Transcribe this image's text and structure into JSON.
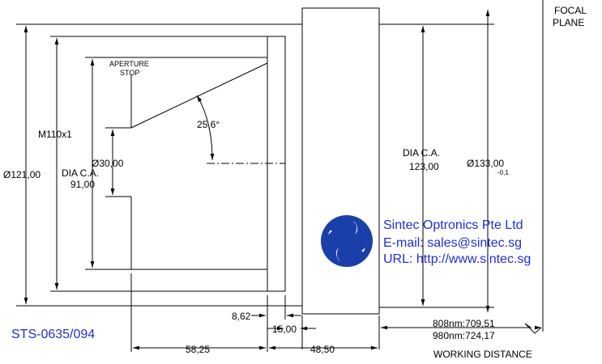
{
  "labels": {
    "focal_plane_1": "FOCAL",
    "focal_plane_2": "PLANE",
    "aperture_stop_1": "APERTURE",
    "aperture_stop_2": "STOP",
    "thread": "M110x1",
    "dia_outer": "Ø121,00",
    "dia_ca_left_1": "DIA C.A.",
    "dia_ca_left_2": "91,00",
    "stop_dia": "Ø30,00",
    "angle": "25,6°",
    "dia_ca_right_1": "DIA C.A.",
    "dia_ca_right_2": "123,00",
    "dia_133": "Ø133,00",
    "tol": "-0,1",
    "dim_862": "8,62",
    "dim_1500": "15,00",
    "dim_5825": "58,25",
    "dim_4850": "48,50",
    "wd_808": "808nm:709,51",
    "wd_980": "980nm:724,17",
    "working_distance": "WORKING DISTANCE",
    "part_number": "STS-0635/094"
  },
  "company": {
    "name": "Sintec Optronics Pte Ltd",
    "email": "E-mail: sales@sintec.sg",
    "url": "URL: http://www.sintec.sg"
  },
  "colors": {
    "brand_blue": "#1f2fd0",
    "logo_blue": "#1b3fa8",
    "line": "#000000"
  }
}
